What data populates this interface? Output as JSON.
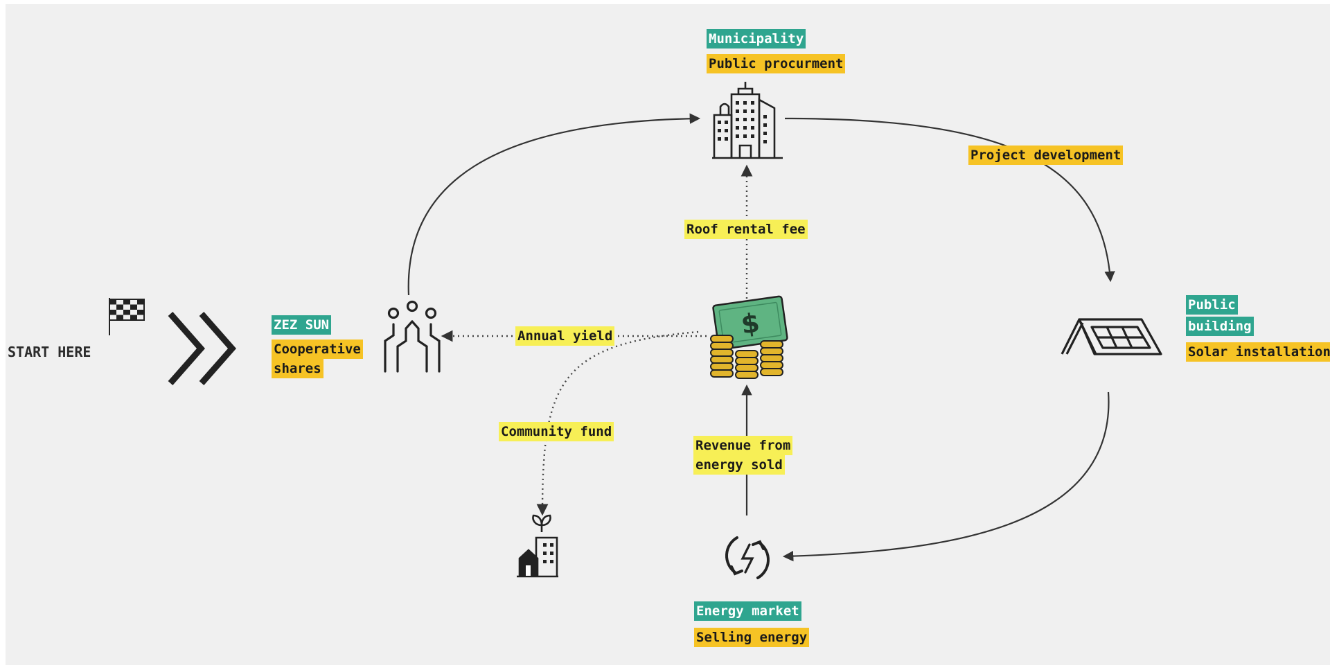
{
  "start": {
    "label": "START HERE"
  },
  "nodes": {
    "cooperative": {
      "title": "ZEZ SUN",
      "subtitle_line1": "Cooperative",
      "subtitle_line2": "shares"
    },
    "municipality": {
      "title": "Municipality",
      "subtitle": "Public procurment"
    },
    "public_building": {
      "title_line1": "Public",
      "title_line2": "building",
      "subtitle": "Solar installation"
    },
    "energy_market": {
      "title": "Energy market",
      "subtitle": "Selling energy"
    }
  },
  "flows": {
    "project_development": "Project development",
    "roof_rental_fee": "Roof rental fee",
    "annual_yield": "Annual yield",
    "community_fund": "Community fund",
    "revenue_line1": "Revenue from",
    "revenue_line2": "energy sold"
  },
  "icons": [
    "finish-flag-icon",
    "double-chevron-icon",
    "people-network-icon",
    "office-building-icon",
    "money-coins-icon",
    "solar-roof-icon",
    "energy-cycle-icon",
    "community-building-icon"
  ],
  "colors": {
    "title_highlight": "#2fa58f",
    "subtitle_highlight": "#f6c325",
    "flow_label_highlight": "#f7ef56",
    "money_green": "#5fb482",
    "coin_gold": "#e2b52c"
  }
}
